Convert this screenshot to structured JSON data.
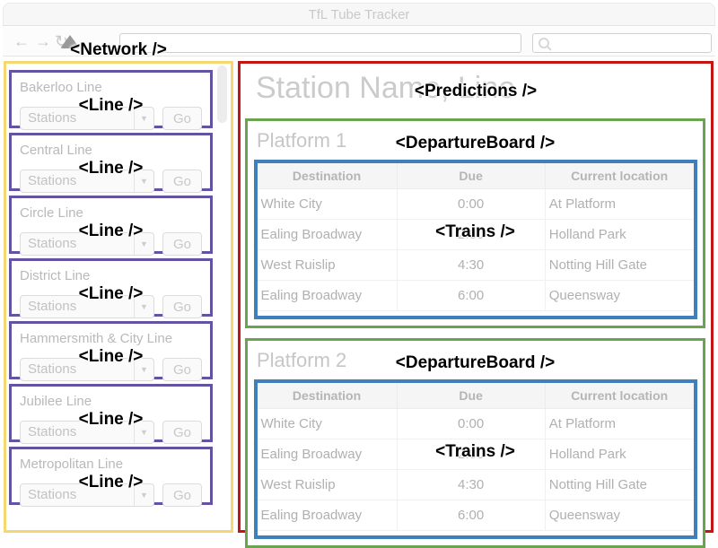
{
  "window": {
    "title": "TfL Tube Tracker"
  },
  "toolbar": {
    "address": {
      "value": ""
    },
    "search": {
      "value": ""
    }
  },
  "annotations": {
    "network": "<Network />",
    "line": "<Line />",
    "predictions": "<Predictions />",
    "departure_board": "<DepartureBoard />",
    "trains": "<Trains />"
  },
  "network": {
    "select_placeholder": "Stations",
    "go_label": "Go",
    "lines": [
      {
        "name": "Bakerloo Line"
      },
      {
        "name": "Central Line"
      },
      {
        "name": "Circle Line"
      },
      {
        "name": "District Line"
      },
      {
        "name": "Hammersmith & City Line"
      },
      {
        "name": "Jubilee Line"
      },
      {
        "name": "Metropolitan Line"
      }
    ]
  },
  "predictions": {
    "station_title": "Station Name, Line",
    "boards": [
      {
        "title": "Platform 1"
      },
      {
        "title": "Platform 2"
      }
    ],
    "table": {
      "headers": [
        "Destination",
        "Due",
        "Current location"
      ],
      "rows": [
        [
          "White City",
          "0:00",
          "At Platform"
        ],
        [
          "Ealing Broadway",
          "2:00",
          "Holland Park"
        ],
        [
          "West Ruislip",
          "4:30",
          "Notting Hill Gate"
        ],
        [
          "Ealing Broadway",
          "6:00",
          "Queensway"
        ]
      ]
    }
  },
  "colors": {
    "network_box": "#f6d873",
    "line_box": "#6452a2",
    "predictions_box": "#c41414",
    "departure_board_box": "#6ba450",
    "trains_box": "#3f7fbc"
  }
}
